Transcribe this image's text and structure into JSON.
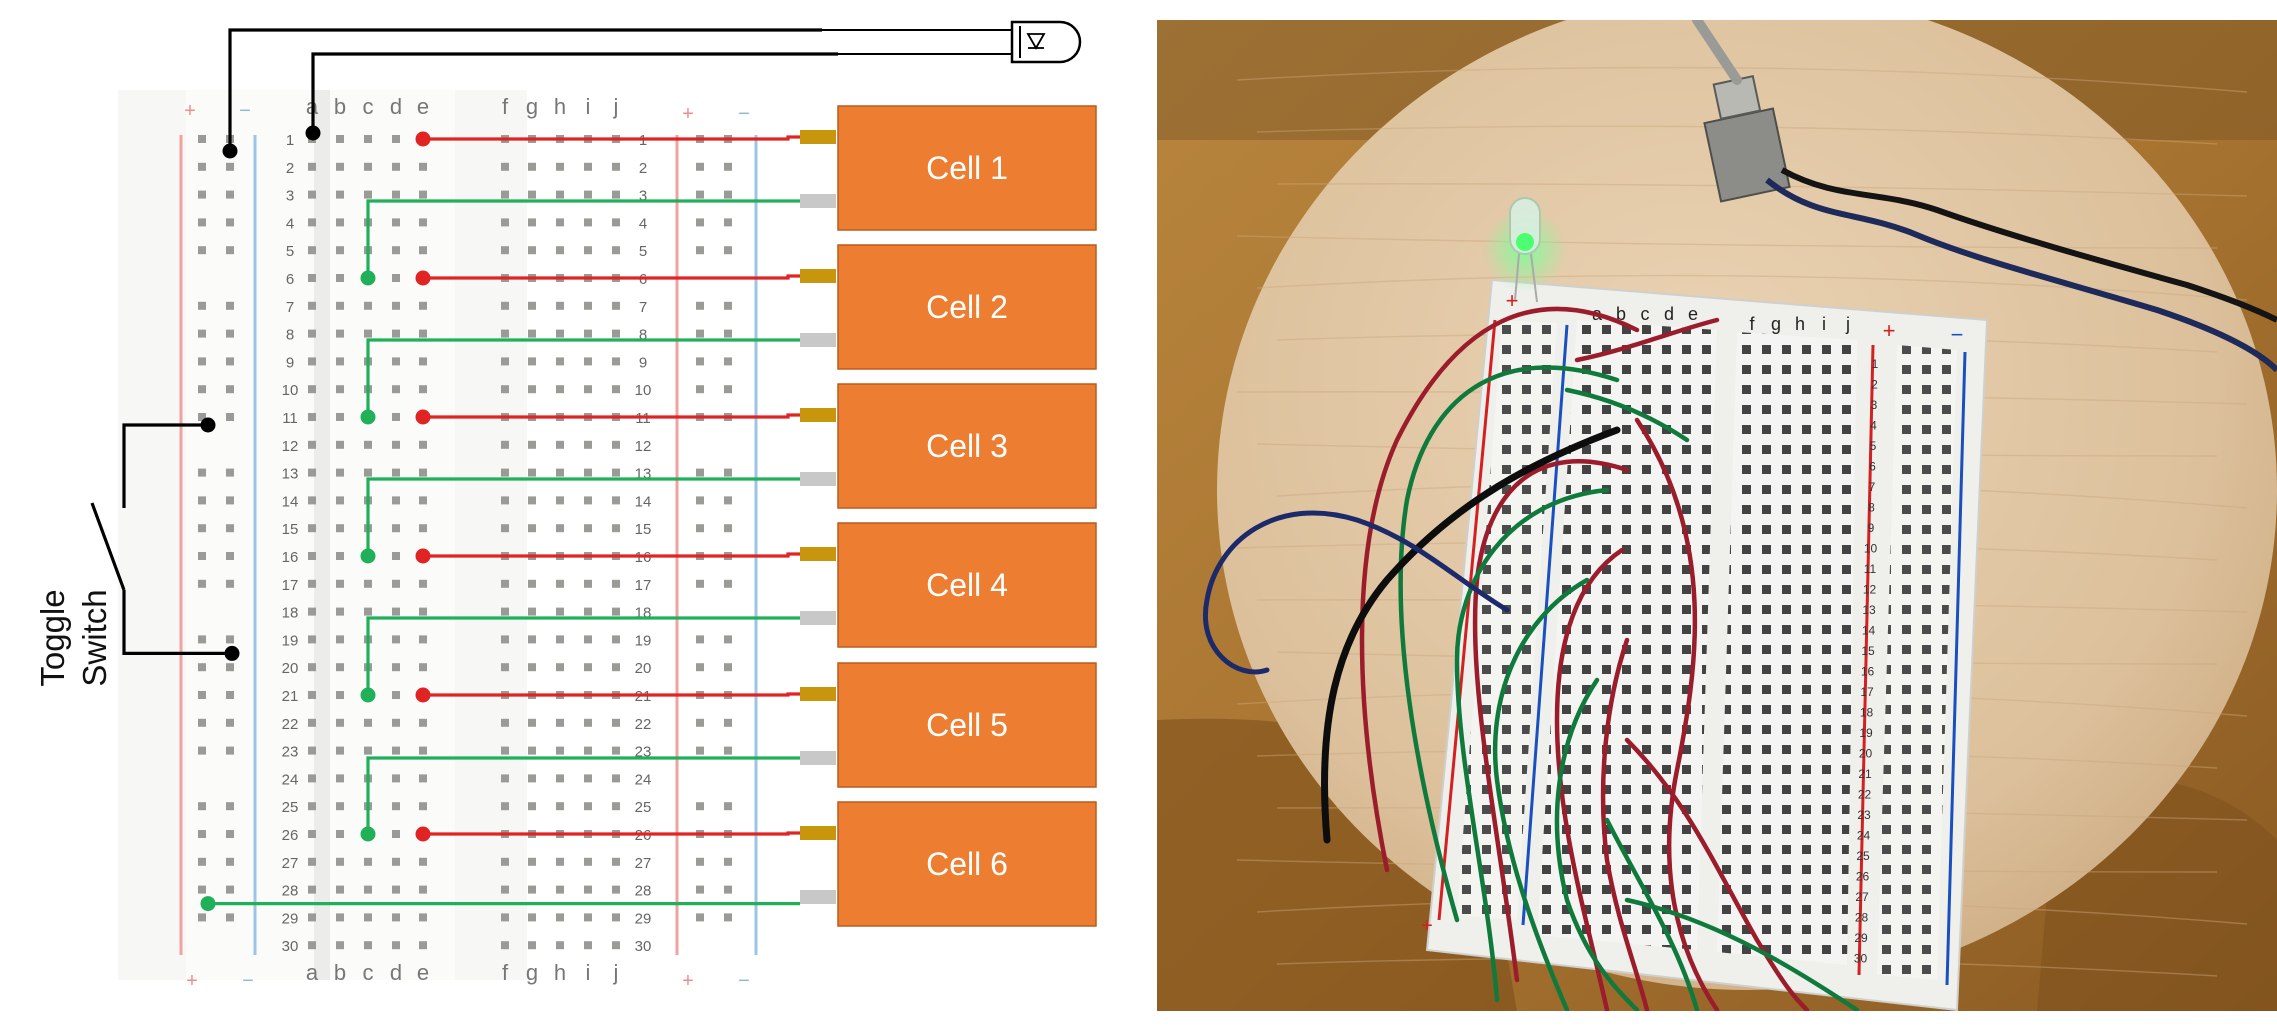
{
  "breadboard_left": {
    "column_letters_left": [
      "a",
      "b",
      "c",
      "d",
      "e"
    ],
    "column_letters_right": [
      "f",
      "g",
      "h",
      "i",
      "j"
    ],
    "row_numbers": [
      "1",
      "2",
      "3",
      "4",
      "5",
      "6",
      "7",
      "8",
      "9",
      "10",
      "11",
      "12",
      "13",
      "14",
      "15",
      "16",
      "17",
      "18",
      "19",
      "20",
      "21",
      "22",
      "23",
      "24",
      "25",
      "26",
      "27",
      "28",
      "29",
      "30"
    ],
    "rail_plus": "+",
    "rail_minus": "−"
  },
  "cells": [
    "Cell 1",
    "Cell 2",
    "Cell 3",
    "Cell 4",
    "Cell 5",
    "Cell 6"
  ],
  "toggle_switch_label": [
    "Toggle",
    "Switch"
  ],
  "colors": {
    "cell_fill": "#ED7D31",
    "wire_red": "#E02424",
    "wire_green": "#20B05A",
    "wire_black": "#000000",
    "terminal_gold": "#C8960C",
    "terminal_gray": "#C8C8C8",
    "rail_red": "#F2A0A0",
    "rail_blue": "#9CC4E4"
  },
  "photo": {
    "board_rail_plus": "+",
    "board_rail_minus": "−",
    "board_column_letters_left": [
      "a",
      "b",
      "c",
      "d",
      "e"
    ],
    "board_column_letters_right": [
      "f",
      "g",
      "h",
      "i",
      "j"
    ],
    "board_row_numbers": [
      "1",
      "2",
      "3",
      "4",
      "5",
      "6",
      "7",
      "8",
      "9",
      "10",
      "11",
      "12",
      "13",
      "14",
      "15",
      "16",
      "17",
      "18",
      "19",
      "20",
      "21",
      "22",
      "23",
      "24",
      "25",
      "26",
      "27",
      "28",
      "29",
      "30"
    ]
  }
}
